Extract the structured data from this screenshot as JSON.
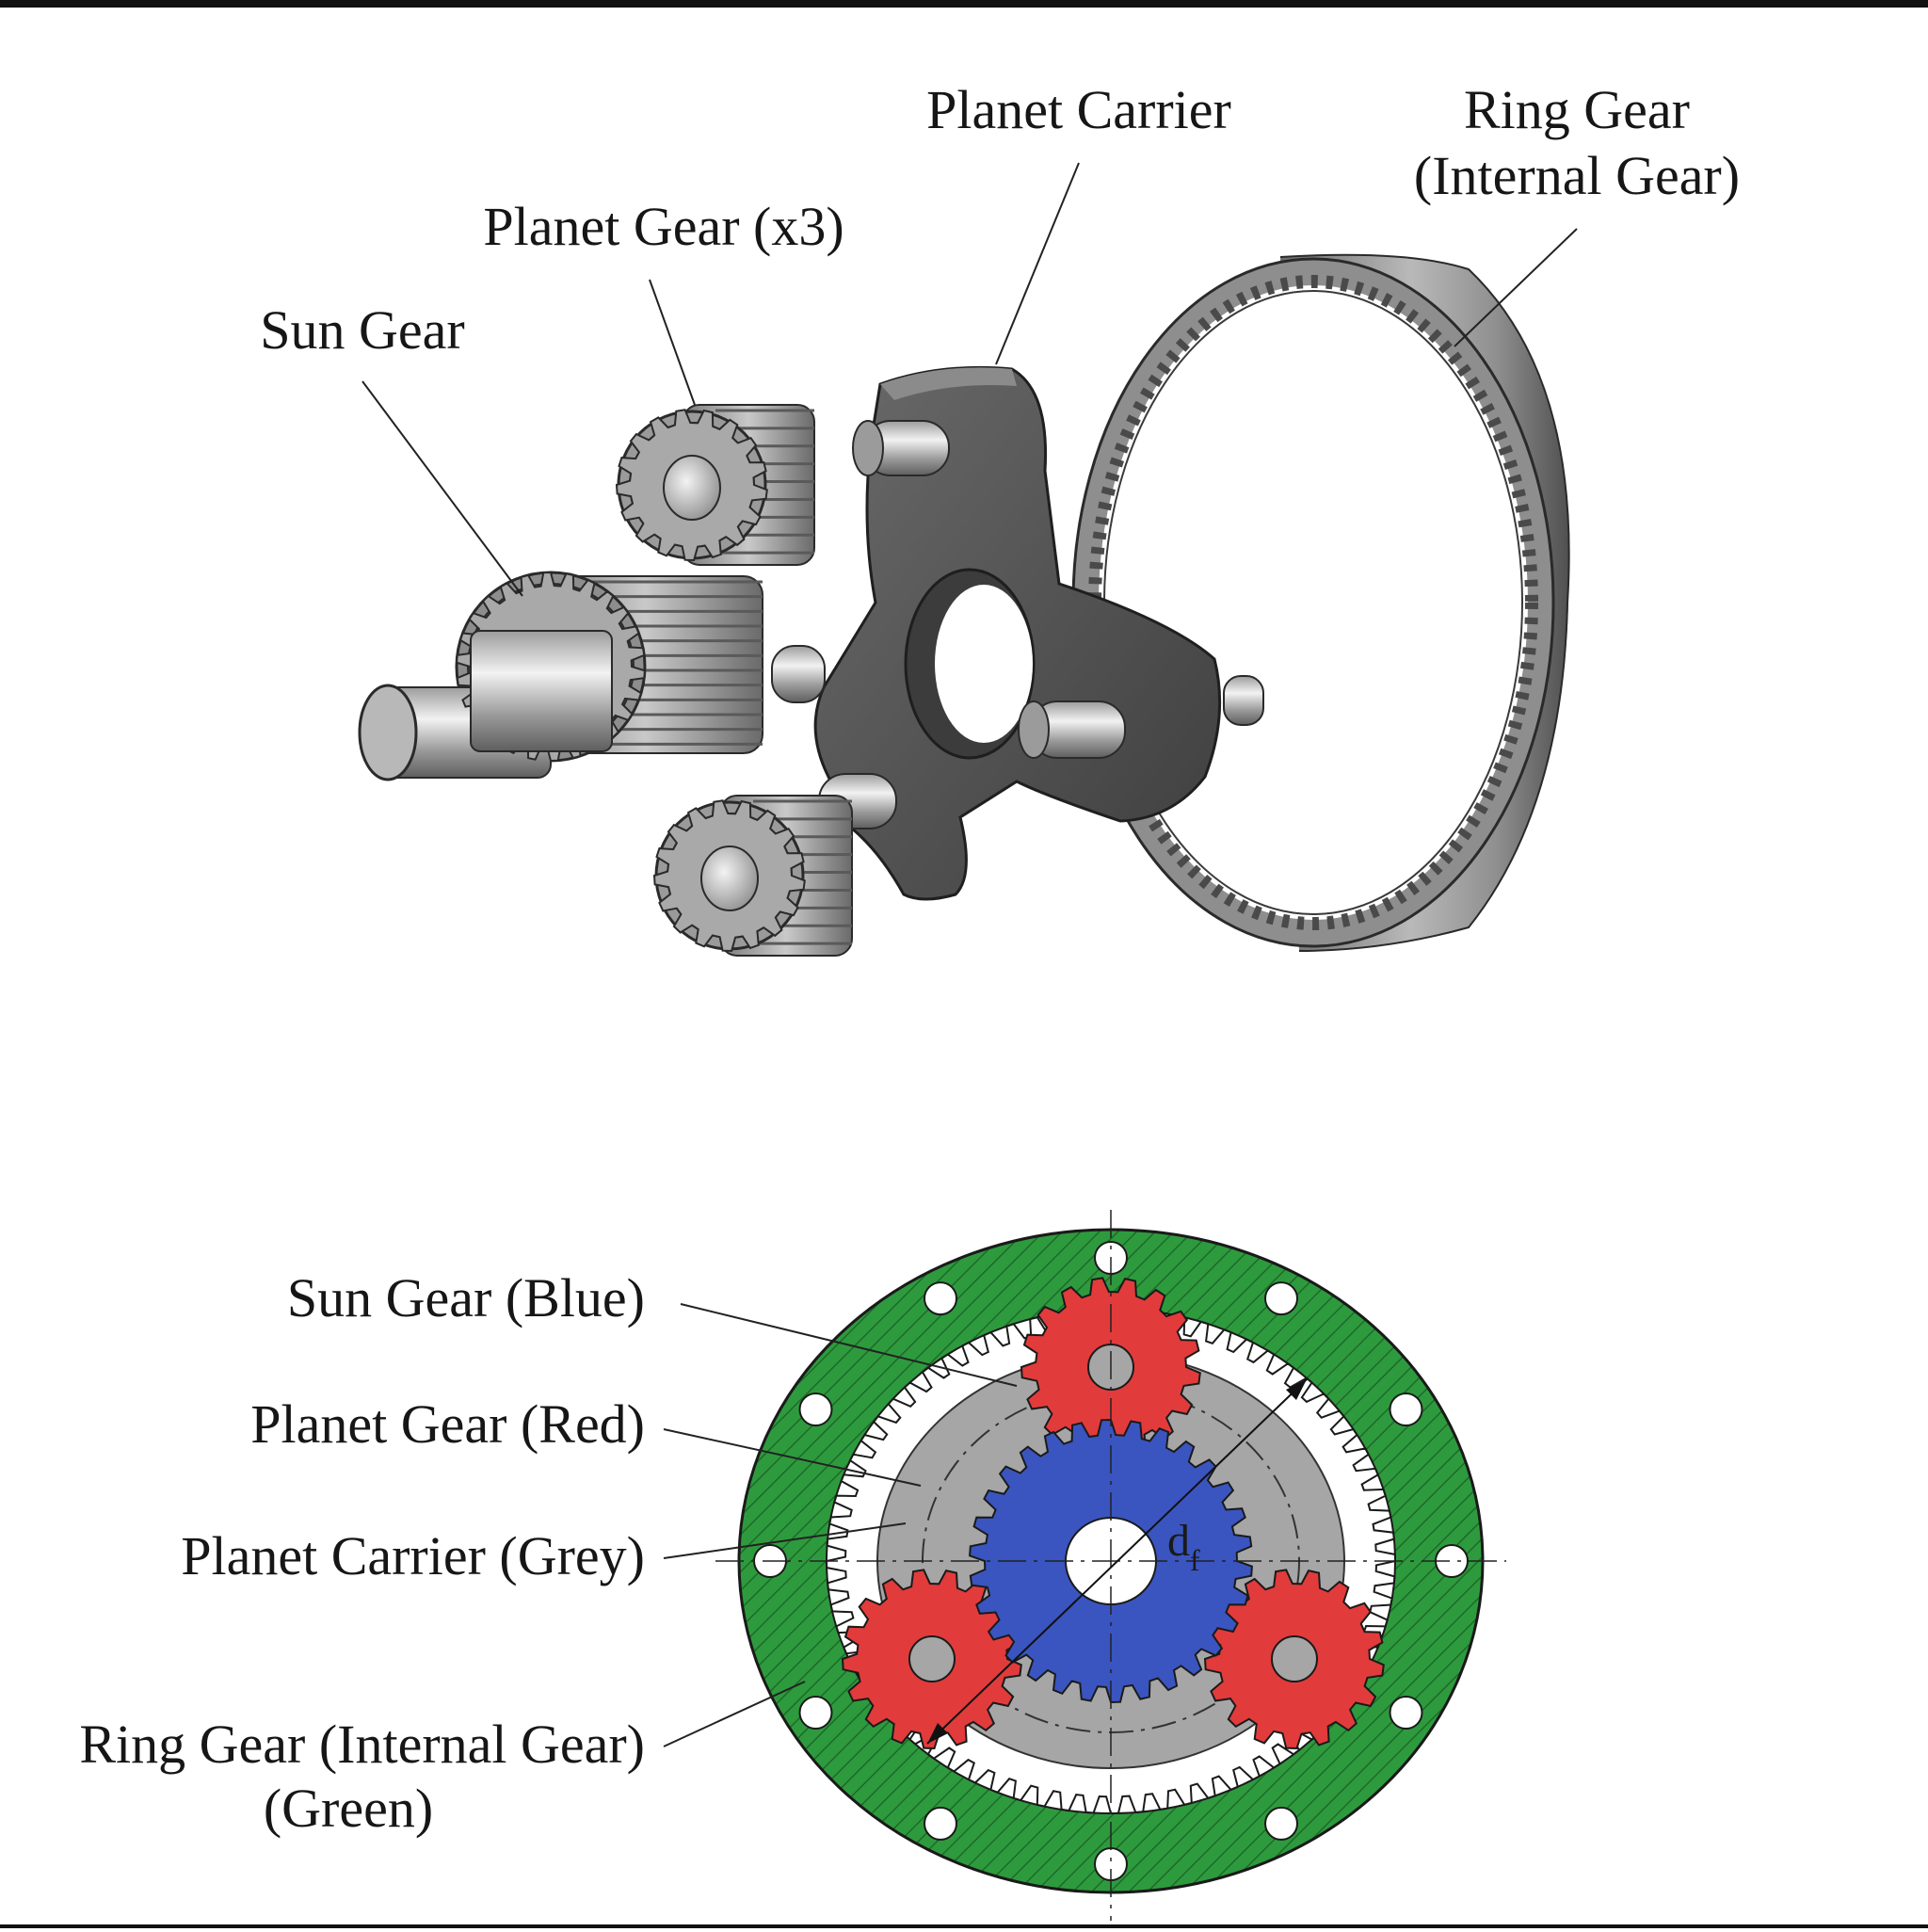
{
  "exploded_view": {
    "labels": {
      "planet_carrier": "Planet Carrier",
      "ring_gear_line1": "Ring Gear",
      "ring_gear_line2": "(Internal Gear)",
      "planet_gear": "Planet Gear (x3)",
      "sun_gear": "Sun Gear"
    }
  },
  "schematic_view": {
    "labels": {
      "sun_gear": "Sun Gear (Blue)",
      "planet_gear": "Planet Gear (Red)",
      "planet_carrier": "Planet Carrier (Grey)",
      "ring_gear_line1": "Ring Gear (Internal Gear)",
      "ring_gear_line2": "(Green)"
    },
    "dimension_label": "d",
    "dimension_subscript": "f",
    "colors": {
      "sun_gear": "#3a55c0",
      "planet_gear": "#e23b3b",
      "planet_carrier": "#a6a6a6",
      "ring_gear": "#2e9a3e"
    }
  },
  "colors": {
    "metal_light": "#cfcfcf",
    "metal_mid": "#8a8a8a",
    "metal_dark": "#4a4a4a",
    "carrier": "#5b5b5b"
  }
}
